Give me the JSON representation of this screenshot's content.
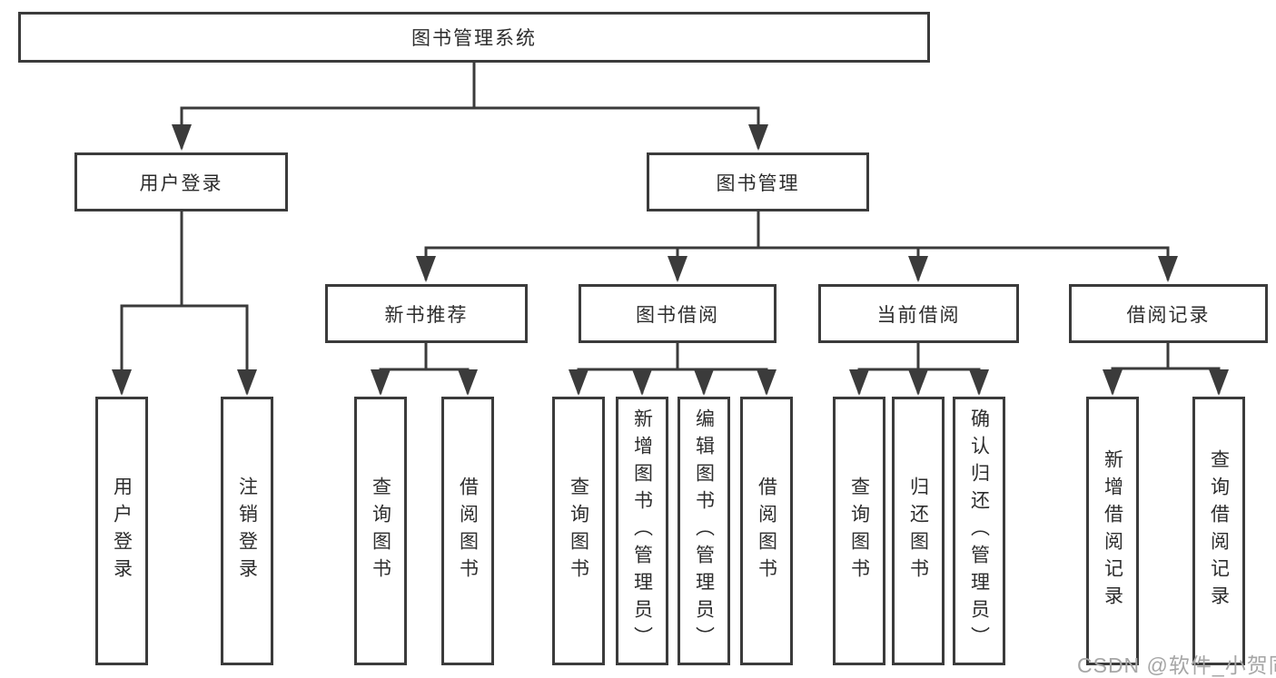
{
  "colors": {
    "background": "#ffffff",
    "line": "#3b3b3b",
    "box_border": "#3b3b3b",
    "box_fill": "#ffffff",
    "text": "#2d2d2d",
    "watermark": "#a6a6a6"
  },
  "diagram": {
    "root": {
      "label": "图书管理系统"
    },
    "level1": {
      "user_login": "用户登录",
      "book_management": "图书管理"
    },
    "level2": {
      "new_book_recommend": "新书推荐",
      "book_borrow": "图书借阅",
      "current_borrow": "当前借阅",
      "borrow_records": "借阅记录"
    },
    "leaves": {
      "user_login": [
        "用户登录",
        "注销登录"
      ],
      "new_book_recommend": [
        "查询图书",
        "借阅图书"
      ],
      "book_borrow": [
        "查询图书",
        "新增图书（管理员）",
        "编辑图书（管理员）",
        "借阅图书"
      ],
      "current_borrow": [
        "查询图书",
        "归还图书",
        "确认归还（管理员）"
      ],
      "borrow_records": [
        "新增借阅记录",
        "查询借阅记录"
      ]
    }
  },
  "watermark": {
    "text": "CSDN @软件_小贺同学"
  }
}
